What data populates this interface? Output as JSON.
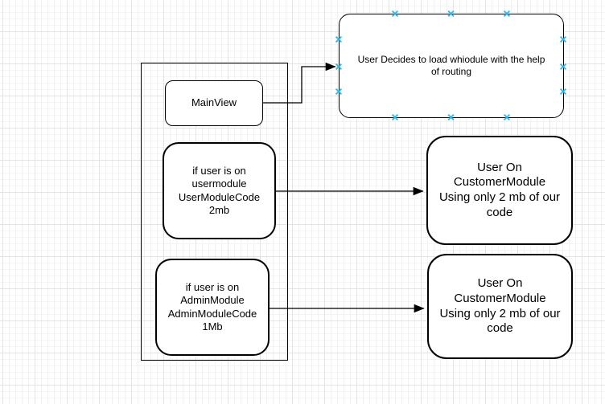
{
  "colors": {
    "node_stroke": "#000000",
    "node_fill": "#ffffff",
    "edge_stroke": "#000000",
    "connection_point": "#29b6f2",
    "grid_minor": "#f3f3f3",
    "grid_major": "#e3e3e3",
    "canvas_background": "#ffffff"
  },
  "nodes": {
    "main_view": {
      "label": "MainView"
    },
    "routing_note": {
      "lines": [
        "User Decides to load whiodule with the help",
        "of routing"
      ]
    },
    "user_module": {
      "lines": [
        "if user is on",
        "usermodule",
        "UserModuleCode",
        "2mb"
      ]
    },
    "admin_module": {
      "lines": [
        "if user is on",
        "AdminModule",
        "AdminModuleCode",
        "1Mb"
      ]
    },
    "customer_module_top": {
      "lines": [
        "User On CustomerModule",
        "Using only 2 mb of our code"
      ]
    },
    "customer_module_bottom": {
      "lines": [
        "User On CustomerModule",
        "Using only 2 mb of our code"
      ]
    }
  },
  "edges": [
    {
      "from": "main-view-node",
      "to": "routing-note-node"
    },
    {
      "from": "user-module-node",
      "to": "customer-module-top-node"
    },
    {
      "from": "admin-module-node",
      "to": "customer-module-bottom-node"
    }
  ]
}
